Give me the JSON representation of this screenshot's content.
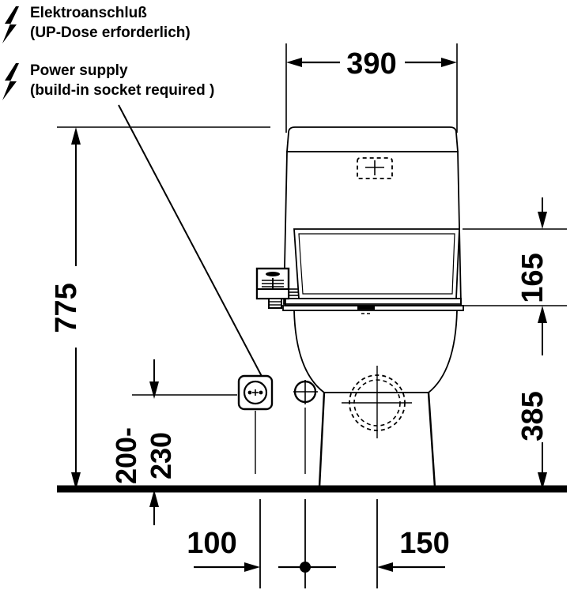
{
  "drawing": {
    "title": "Toilet technical dimension drawing",
    "units": "mm",
    "line_color": "#000000",
    "background_color": "#ffffff"
  },
  "notes": [
    {
      "icon": "lightning-bolt-icon",
      "line1": "Elektroanschluß",
      "line2": "(UP-Dose erforderlich)"
    },
    {
      "icon": "lightning-bolt-icon",
      "line1": "Power supply",
      "line2": "(build-in socket required )"
    }
  ],
  "dimensions": {
    "width_top": "390",
    "height_total": "775",
    "height_seat_upper": "165",
    "height_seat_lower": "385",
    "socket_height_line1": "200-",
    "socket_height_line2": "230",
    "offset_left": "100",
    "offset_right": "150"
  },
  "symbols": {
    "socket": "power-socket-icon",
    "outlet": "waste-outlet-circle",
    "crosshair": "water-inlet-crosshair",
    "flush_control": "flush-control-unit",
    "cistern_button": "cistern-flush-button"
  }
}
